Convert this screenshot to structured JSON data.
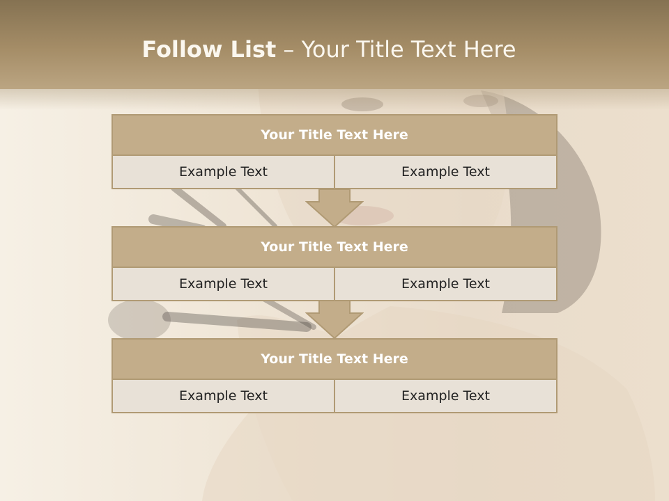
{
  "title": {
    "bold": "Follow List",
    "rest": " – Your Title Text Here"
  },
  "steps": [
    {
      "title": "Your Title Text Here",
      "left": "Example Text",
      "right": "Example Text"
    },
    {
      "title": "Your Title Text Here",
      "left": "Example Text",
      "right": "Example Text"
    },
    {
      "title": "Your Title Text Here",
      "left": "Example Text",
      "right": "Example Text"
    }
  ],
  "colors": {
    "header": "#a58d67",
    "box_head": "#c3ad8a",
    "box_border": "#b09a74",
    "cell": "#e8e1d7"
  }
}
